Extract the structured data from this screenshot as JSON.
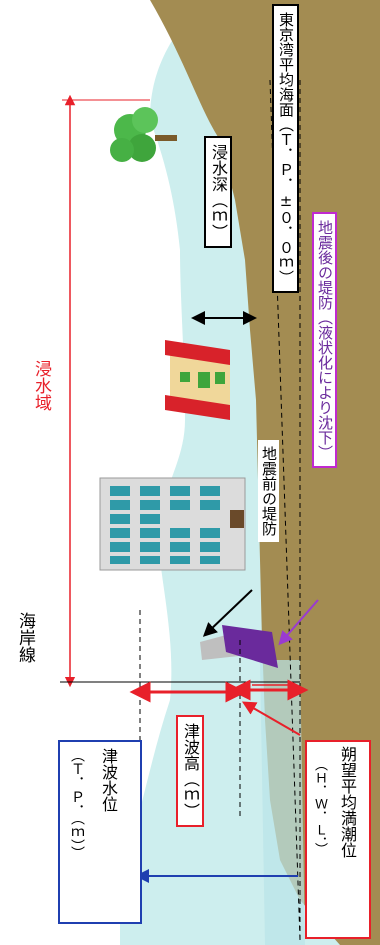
{
  "labels": {
    "shinsuiiki": "浸水域",
    "kaiigansen": "海岸線",
    "shinsuishin": "浸水深（ｍ）",
    "tokyowan": "東京湾平均海面（Ｔ．Ｐ．±０．０ｍ）",
    "ekijoka": "地震後の堤防（液状化により沈下）",
    "jishinmae": "地震前の堤防",
    "tsunamidaka": "津波高（ｍ）",
    "tsunamisui_1": "津波水位",
    "tsunamisui_2": "（Ｔ．Ｐ．（ｍ））",
    "sakubo_1": "朔望平均満潮位",
    "sakubo_2": "（Ｈ．Ｗ．Ｌ．）"
  },
  "colors": {
    "land": "#a38c52",
    "water": "#cdeeee",
    "red": "#e8202a",
    "purple": "#6a2a9c",
    "blue": "#1f3fb0",
    "magenta": "#c02ad0"
  },
  "icons": [
    "tree-icon",
    "house-icon",
    "building-icon",
    "levee-before-icon",
    "levee-after-icon"
  ]
}
